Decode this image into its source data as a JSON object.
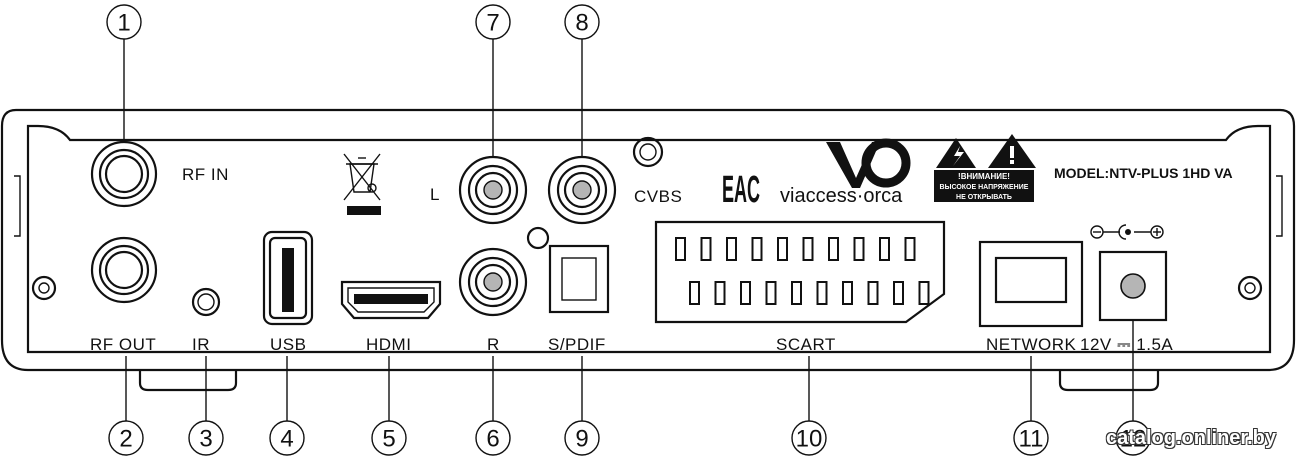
{
  "labels": {
    "rf_in": "RF IN",
    "rf_out": "RF OUT",
    "ir": "IR",
    "usb": "USB",
    "hdmi": "HDMI",
    "audio_l": "L",
    "audio_r": "R",
    "spdif": "S/PDIF",
    "cvbs": "CVBS",
    "scart": "SCART",
    "network": "NETWORK",
    "power": "12V ⎓ 1.5A"
  },
  "callouts": [
    "1",
    "2",
    "3",
    "4",
    "5",
    "6",
    "7",
    "8",
    "9",
    "10",
    "11",
    "12"
  ],
  "brand": {
    "eac": "EAC",
    "viaccess": "viaccess·orca",
    "model": "MODEL:NTV-PLUS 1HD VA"
  },
  "warning": {
    "line1": "!ВНИМАНИЕ!",
    "line2": "ВЫСОКОЕ НАПРЯЖЕНИЕ",
    "line3": "НЕ ОТКРЫВАТЬ"
  },
  "watermark": "catalog.onliner.by",
  "colors": {
    "line": "#111111",
    "background": "#ffffff",
    "jack_fill": "#b5b5b5",
    "warning_bg": "#111111"
  }
}
